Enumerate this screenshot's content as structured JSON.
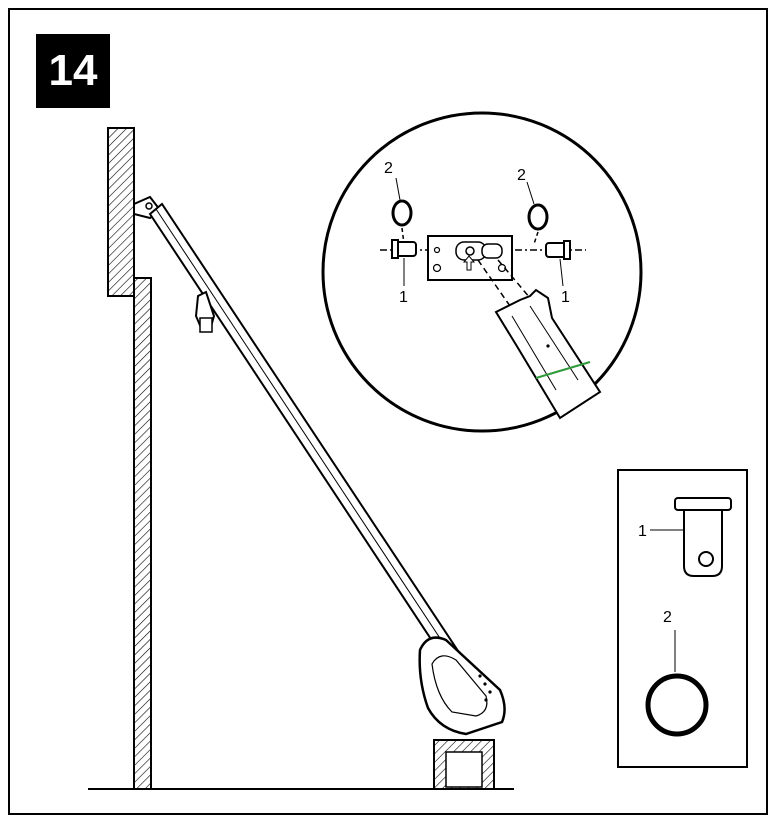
{
  "step": {
    "number": "14"
  },
  "detail": {
    "callout_1_left": "1",
    "callout_1_right": "1",
    "callout_2_left": "2",
    "callout_2_right": "2"
  },
  "legend": {
    "item_1": "1",
    "item_2": "2"
  },
  "colors": {
    "ink": "#000000",
    "marker": "#2e9a3a"
  }
}
